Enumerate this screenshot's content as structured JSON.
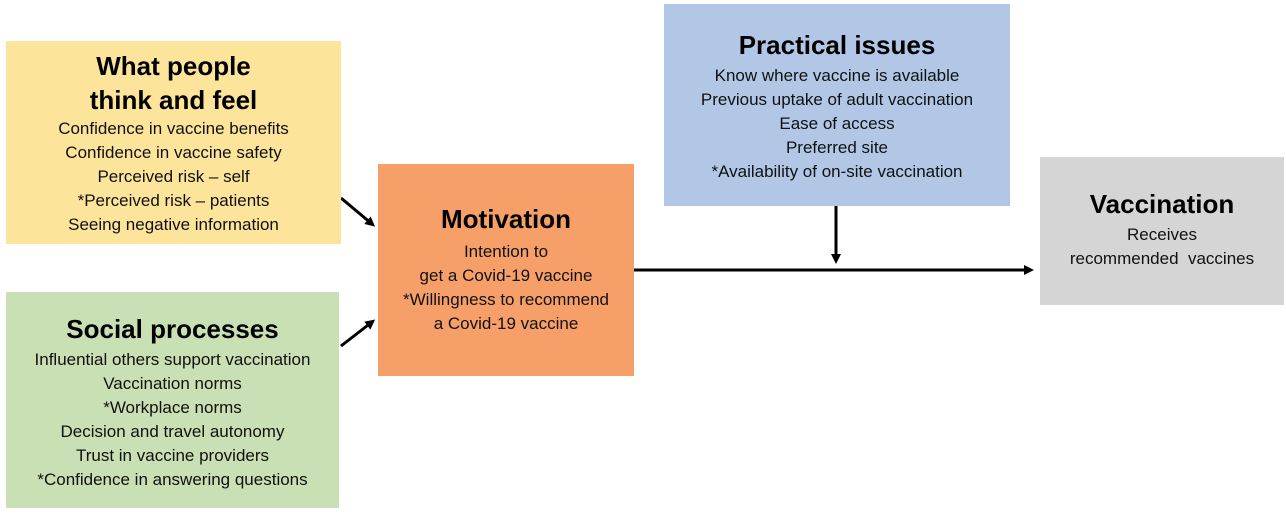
{
  "think_feel": {
    "title_line1": "What people",
    "title_line2": "think and feel",
    "items": [
      "Confidence in vaccine benefits",
      "Confidence in vaccine safety",
      "Perceived risk – self",
      "*Perceived risk – patients",
      "Seeing negative information"
    ],
    "color": "#fde49b"
  },
  "social": {
    "title": "Social processes",
    "items": [
      "Influential others support vaccination",
      "Vaccination norms",
      "*Workplace norms",
      "Decision and travel autonomy",
      "Trust in vaccine providers",
      "*Confidence in answering questions"
    ],
    "color": "#c8e0b3"
  },
  "motivation": {
    "title": "Motivation",
    "items": [
      "Intention to",
      "get a Covid-19 vaccine",
      "*Willingness to recommend",
      "a Covid-19 vaccine"
    ],
    "color": "#f79f69"
  },
  "practical": {
    "title": "Practical issues",
    "items": [
      "Know where vaccine is available",
      "Previous uptake of adult vaccination",
      "Ease of access",
      "Preferred site",
      "*Availability of on-site vaccination"
    ],
    "color": "#b2c7e6"
  },
  "vaccination": {
    "title": "Vaccination",
    "items": [
      "Receives",
      "recommended  vaccines"
    ],
    "color": "#d5d5d5"
  }
}
